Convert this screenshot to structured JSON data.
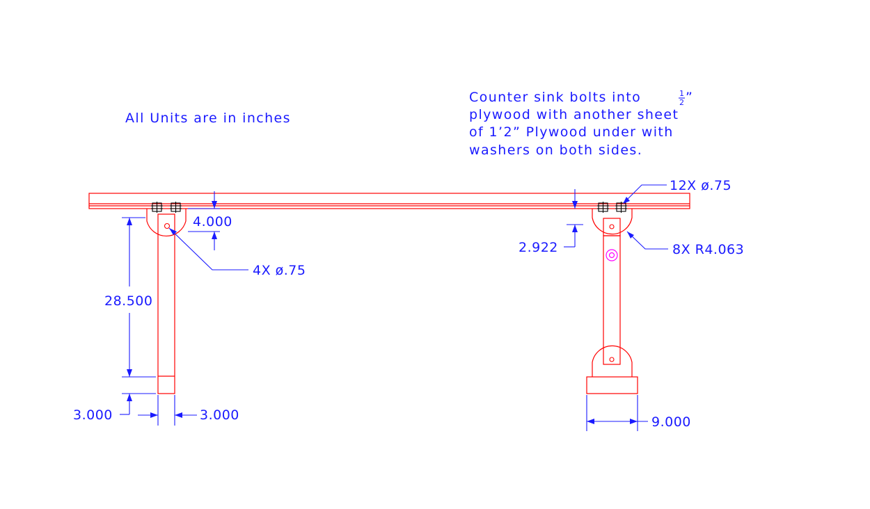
{
  "notes": {
    "units": "All Units are in inches",
    "countersink_line1_pre": "Counter sink bolts into ",
    "countersink_frac_num": "1",
    "countersink_frac_den": "2",
    "countersink_line1_post": "”",
    "countersink_line2": "plywood with another sheet",
    "countersink_line3": "of 1’2” Plywood under with",
    "countersink_line4": "washers on both sides."
  },
  "callouts": {
    "bolts_top": "12X ø.75",
    "holes_left": "4X ø.75",
    "radius_right": "8X R4.063"
  },
  "dimensions": {
    "left_gap": "4.000",
    "right_gap": "2.922",
    "leg_height": "28.500",
    "foot_height": "3.000",
    "leg_width": "3.000",
    "base_width": "9.000"
  },
  "colors": {
    "part_lines": "#ff0000",
    "dimension_lines": "#1a1aff",
    "bolts": "#000000",
    "pivot_hole": "#ff00ff"
  }
}
